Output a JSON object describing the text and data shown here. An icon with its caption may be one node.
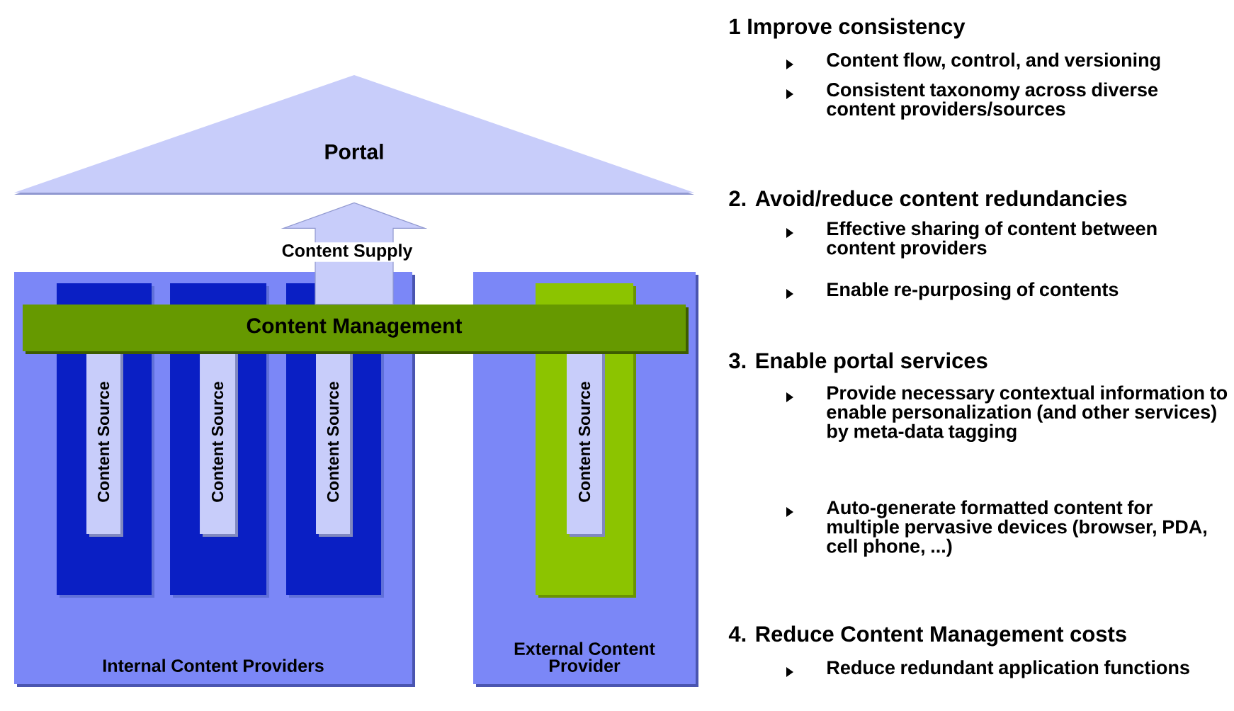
{
  "diagram": {
    "nodes": [
      {
        "text": [
          "Portal"
        ]
      },
      {
        "text": [
          "Content Management"
        ]
      },
      {
        "text": [
          "Internal Content Providers"
        ]
      },
      {
        "text": [],
        "shape": "bar",
        "in": 2
      },
      {
        "text": [],
        "shape": "bar",
        "in": 2
      },
      {
        "text": [],
        "shape": "bar",
        "in": 2
      },
      {
        "text": [
          "Content Source"
        ],
        "in": 3
      },
      {
        "text": [
          "Content Source"
        ],
        "in": 4
      },
      {
        "text": [
          "Content Source"
        ],
        "in": 5
      },
      {
        "text": [
          "External Content Provider"
        ]
      },
      {
        "text": [],
        "shape": "bar",
        "in": 9
      },
      {
        "text": [
          "Content Source"
        ],
        "in": 10
      }
    ],
    "edges": [
      {
        "from": 1,
        "to": 0,
        "arrow": "to",
        "label": "Content Supply"
      }
    ],
    "labels": [
      "1 Improve consistency",
      "Content flow, control, and versioning",
      "Consistent taxonomy across diverse content providers/sources",
      "2. Avoid/reduce content redundancies",
      "Effective sharing of content between content providers",
      "Enable re-purposing of contents",
      "3. Enable portal services",
      "Provide necessary contextual information to enable personalization (and other services) by meta-data tagging",
      "Auto-generate formatted content for multiple pervasive devices (browser, PDA, cell phone, ...)",
      "4. Reduce Content Management costs",
      "Reduce redundant application functions"
    ]
  }
}
